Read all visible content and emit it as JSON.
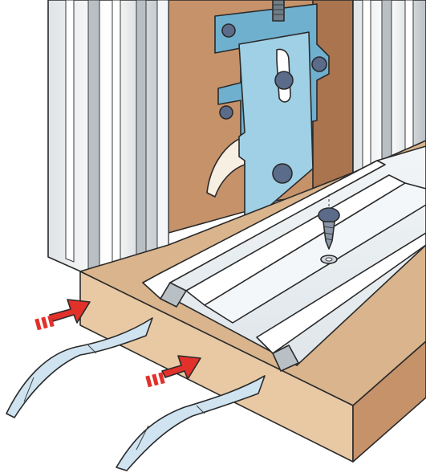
{
  "diagram": {
    "subject": "sliding-door-bottom-roller-and-track",
    "colors": {
      "door_wood": "#c6926a",
      "door_wood_dark": "#a9744e",
      "aluminum_frame": "#dfe3e6",
      "aluminum_shadow": "#b9c0c5",
      "roller_bracket": "#9fd0e6",
      "roller_bracket_dark": "#6fb0cf",
      "screw_head": "#5b6c8a",
      "floor_board_top": "#d9b48c",
      "floor_board_front": "#e8c9a4",
      "track_aluminum": "#dfe6ea",
      "arrow_red": "#e2302a",
      "shim_strip": "#cfe3f0",
      "outline": "#2a2a2a"
    },
    "icons": {
      "arrow": "arrow-right-icon",
      "screw": "screw-icon",
      "washer": "washer-icon"
    },
    "arrows": [
      {
        "name": "insert-arrow-upper"
      },
      {
        "name": "insert-arrow-lower"
      }
    ],
    "shims": [
      {
        "name": "shim-strip-upper"
      },
      {
        "name": "shim-strip-lower"
      }
    ]
  }
}
